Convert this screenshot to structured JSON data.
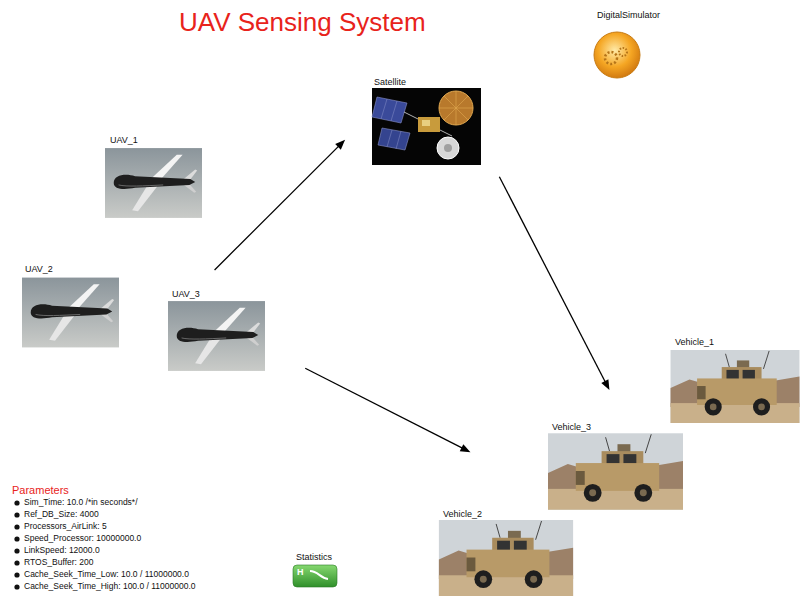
{
  "diagram": {
    "title": "UAV Sensing System",
    "nodes": [
      {
        "text": [
          "DigitalSimulator"
        ]
      },
      {
        "text": [
          "Satellite"
        ]
      },
      {
        "text": [
          "UAV_1"
        ]
      },
      {
        "text": [
          "UAV_2"
        ]
      },
      {
        "text": [
          "UAV_3"
        ]
      },
      {
        "text": [
          "Vehicle_1"
        ]
      },
      {
        "text": [
          "Vehicle_3"
        ]
      },
      {
        "text": [
          "Vehicle_2"
        ]
      },
      {
        "text": [
          "Statistics"
        ]
      }
    ],
    "edges": [
      {
        "from": 4,
        "to": 1,
        "arrow": "to"
      },
      {
        "from": 1,
        "to": 6,
        "arrow": "to"
      },
      {
        "from": 4,
        "to": 6,
        "arrow": "to"
      }
    ],
    "labels": [
      "Parameters",
      "Sim_Time: 10.0 /*in seconds*/",
      "Ref_DB_Size: 4000",
      "Processors_AirLink: 5",
      "Speed_Processor: 10000000.0",
      "LinkSpeed: 12000.0",
      "RTOS_Buffer: 200",
      "Cache_Seek_Time_Low: 10.0 / 11000000.0",
      "Cache_Seek_Time_High: 100.0 / 11000000.0",
      "H"
    ]
  }
}
